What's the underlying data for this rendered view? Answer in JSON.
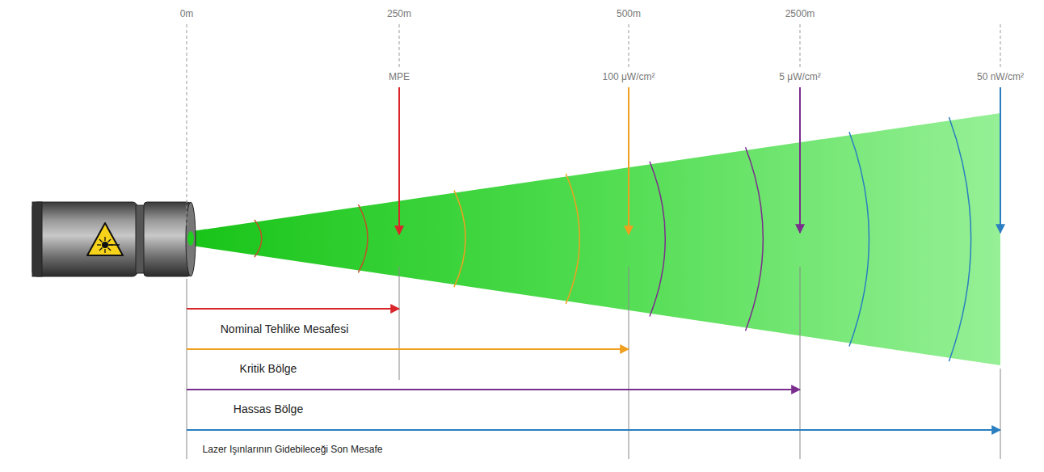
{
  "diagram": {
    "labels": [
      "0m",
      "250m",
      "500m",
      "2500m",
      "MPE",
      "100 μW/cm²",
      "5 μW/cm²",
      "50 nW/cm²",
      "Nominal Tehlike Mesafesi",
      "Kritik Bölge",
      "Hassas Bölge",
      "Lazer Işınlarının Gidebileceği Son Mesafe"
    ]
  }
}
